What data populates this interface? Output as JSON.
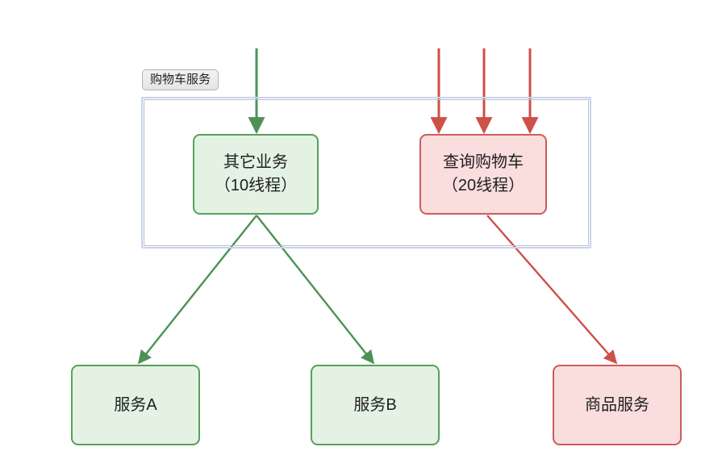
{
  "diagram": {
    "title_badge": "购物车服务",
    "colors": {
      "green_stroke": "#58a05b",
      "green_fill": "#e3f2e3",
      "red_stroke": "#cd5c5c",
      "red_fill": "#fadddd",
      "container_stroke": "#c7d2f2",
      "badge_stroke": "#b3b3b3"
    },
    "nodes": [
      {
        "id": "other-business",
        "lines": [
          "其它业务",
          "（10线程）"
        ],
        "style": "green",
        "group": "购物车服务"
      },
      {
        "id": "query-cart",
        "lines": [
          "查询购物车",
          "（20线程）"
        ],
        "style": "red",
        "group": "购物车服务"
      },
      {
        "id": "service-a",
        "lines": [
          "服务A"
        ],
        "style": "green",
        "group": ""
      },
      {
        "id": "service-b",
        "lines": [
          "服务B"
        ],
        "style": "green",
        "group": ""
      },
      {
        "id": "product-service",
        "lines": [
          "商品服务"
        ],
        "style": "red",
        "group": ""
      }
    ],
    "incoming_requests": [
      {
        "target": "other-business",
        "style": "green",
        "count": 1
      },
      {
        "target": "query-cart",
        "style": "red",
        "count": 3
      }
    ],
    "edges": [
      {
        "from": "other-business",
        "to": "service-a",
        "style": "green"
      },
      {
        "from": "other-business",
        "to": "service-b",
        "style": "green"
      },
      {
        "from": "query-cart",
        "to": "product-service",
        "style": "red"
      }
    ]
  }
}
